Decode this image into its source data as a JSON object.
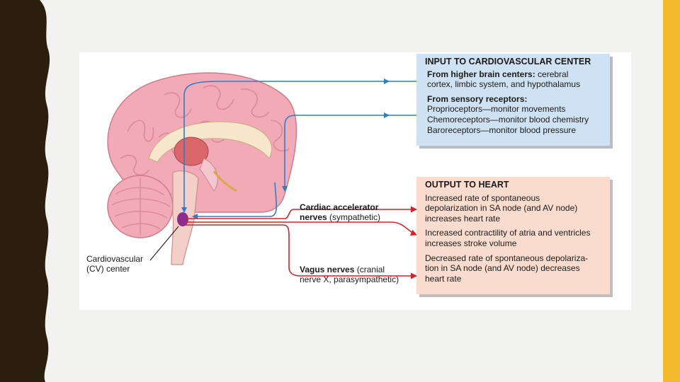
{
  "colors": {
    "left_border": "#2a1f0c",
    "right_stripe": "#f5b92c",
    "input_box": "#cfe2f3",
    "output_box": "#f9dccd",
    "blue_arrow": "#2a7fc9",
    "red_arrow": "#d2232a",
    "brain": "#f2aab7",
    "cv_center": "#8a2d8f"
  },
  "input_box": {
    "title": "INPUT TO CARDIOVASCULAR CENTER",
    "groups": [
      {
        "title": "From higher brain centers:",
        "title_suffix": " cerebral",
        "lines": [
          "cortex, limbic system, and hypothalamus"
        ]
      },
      {
        "title": "From sensory receptors:",
        "title_suffix": "",
        "lines": [
          "Proprioceptors—monitor movements",
          "Chemoreceptors—monitor blood chemistry",
          "Baroreceptors—monitor blood pressure"
        ]
      }
    ]
  },
  "output_box": {
    "title": "OUTPUT TO HEART",
    "items": [
      [
        "Increased rate of spontaneous",
        "depolarization in SA node (and AV node)",
        "increases heart rate"
      ],
      [
        "Increased contractility of atria and ventricles",
        "increases stroke volume"
      ],
      [
        "Decreased rate of spontaneous depolariza-",
        "tion in SA node (and AV node) decreases",
        "heart rate"
      ]
    ]
  },
  "labels": {
    "cardiac_line1": "Cardiac accelerator",
    "cardiac_line2_bold": "nerves",
    "cardiac_line2_rest": " (sympathetic)",
    "vagus_line1_bold": "Vagus nerves",
    "vagus_line1_rest": " (cranial",
    "vagus_line2": "nerve X, parasympathetic)",
    "cv_line1": "Cardiovascular",
    "cv_line2": "(CV) center"
  }
}
